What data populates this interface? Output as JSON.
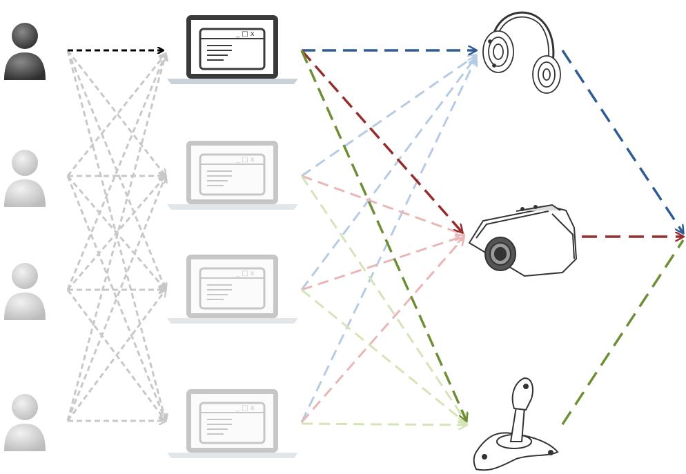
{
  "diagram": {
    "users": [
      {
        "id": "user-1",
        "active": true
      },
      {
        "id": "user-2",
        "active": false
      },
      {
        "id": "user-3",
        "active": false
      },
      {
        "id": "user-4",
        "active": false
      }
    ],
    "laptops": [
      {
        "id": "laptop-1",
        "active": true,
        "window_controls": "_ □ x"
      },
      {
        "id": "laptop-2",
        "active": false,
        "window_controls": "_ □ x"
      },
      {
        "id": "laptop-3",
        "active": false,
        "window_controls": "_ □ x"
      },
      {
        "id": "laptop-4",
        "active": false,
        "window_controls": "_ □ x"
      }
    ],
    "devices": [
      {
        "id": "headphones",
        "icon": "headphones-icon"
      },
      {
        "id": "camera",
        "icon": "camera-icon"
      },
      {
        "id": "joystick",
        "icon": "joystick-icon"
      }
    ],
    "colors": {
      "active_user_line": "#000000",
      "inactive_user_line": "#c8c8c8",
      "headphones_active": "#2e5b93",
      "camera_active": "#952d2d",
      "joystick_active": "#6e8e35",
      "headphones_faded": "#b5cbe4",
      "camera_faded": "#e9b5b5",
      "joystick_faded": "#d5e4b8"
    }
  }
}
